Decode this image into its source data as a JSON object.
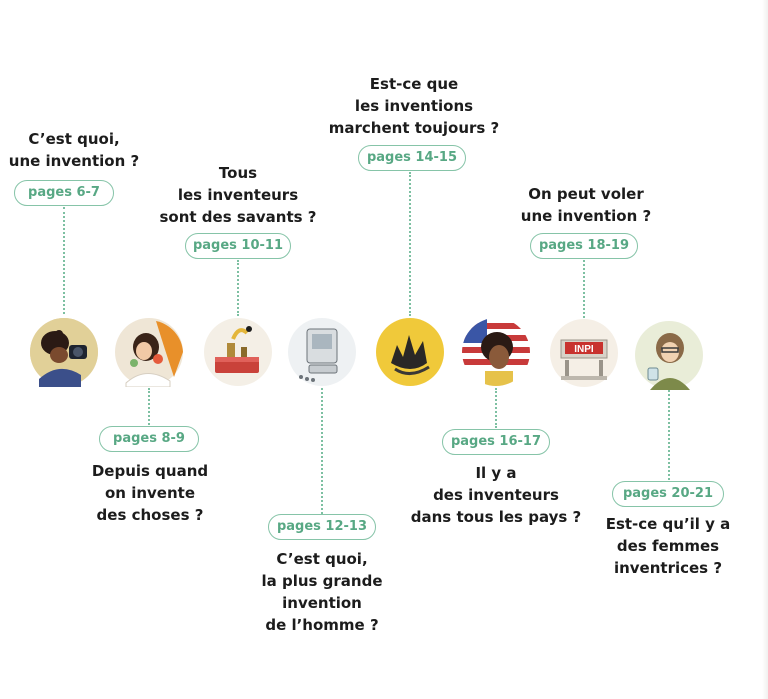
{
  "items": [
    {
      "question": [
        "C’est quoi,",
        "une invention ?"
      ],
      "pages": "pages 6-7"
    },
    {
      "question": [
        "Depuis quand",
        "on invente",
        "des choses ?"
      ],
      "pages": "pages 8-9"
    },
    {
      "question": [
        "Tous",
        "les inventeurs",
        "sont des savants ?"
      ],
      "pages": "pages 10-11"
    },
    {
      "question": [
        "C’est quoi,",
        "la plus grande",
        "invention",
        "de l’homme ?"
      ],
      "pages": "pages 12-13"
    },
    {
      "question": [
        "Est-ce que",
        "les inventions",
        "marchent toujours ?"
      ],
      "pages": "pages 14-15"
    },
    {
      "question": [
        "Il y a",
        "des inventeurs",
        "dans tous les pays ?"
      ],
      "pages": "pages 16-17"
    },
    {
      "question": [
        "On peut voler",
        "une invention ?"
      ],
      "pages": "pages 18-19"
    },
    {
      "question": [
        "Est-ce qu’il y a",
        "des femmes",
        "inventrices ?"
      ],
      "pages": "pages 20-21"
    }
  ],
  "inpi_sign": "INPI",
  "colors": {
    "accent": "#58a884",
    "pill_border": "#86c4a8",
    "text": "#1c1c1c"
  },
  "icons": [
    "woman-camera-illustration",
    "woman-flower-illustration",
    "electric-device-illustration",
    "computer-illustration",
    "explosion-illustration",
    "boy-flag-illustration",
    "inpi-building-illustration",
    "woman-scientist-illustration"
  ]
}
